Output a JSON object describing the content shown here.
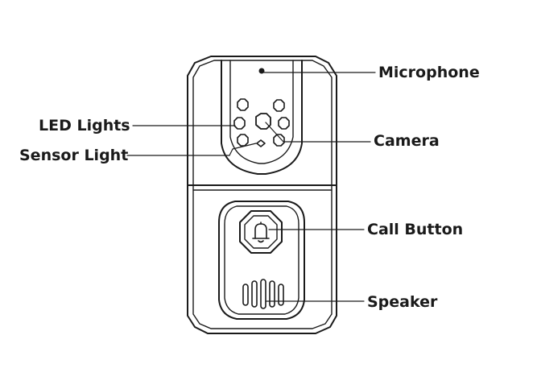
{
  "labels": {
    "microphone": "Microphone",
    "led_lights": "LED Lights",
    "sensor_light": "Sensor Light",
    "camera": "Camera",
    "call_button": "Call Button",
    "speaker": "Speaker"
  },
  "colors": {
    "stroke": "#1a1a1a",
    "background": "#ffffff"
  }
}
